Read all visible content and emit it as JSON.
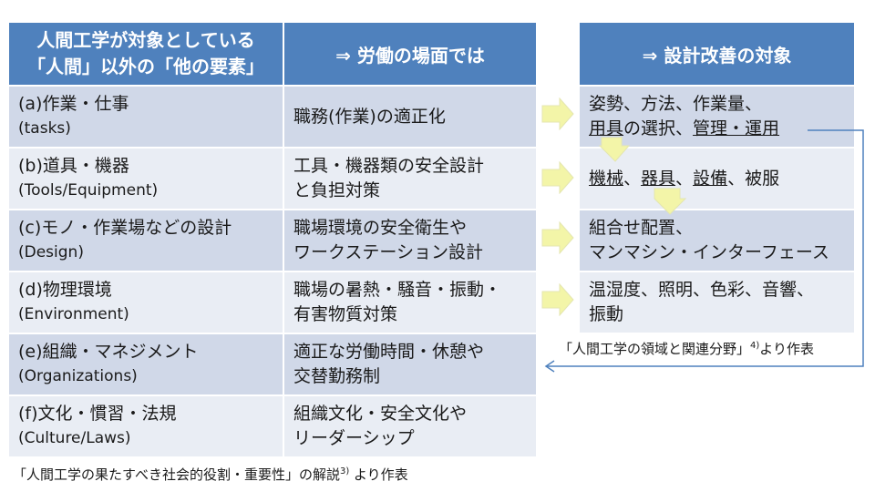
{
  "left_table": {
    "header_col1": [
      "人間工学が対象としている",
      "「人間」以外の「他の要素」"
    ],
    "header_col2": "⇒ 労働の場面では",
    "rows": [
      {
        "element": "(a)作業・仕事",
        "english": "(tasks)",
        "work": [
          "職務(作業)の適正化"
        ]
      },
      {
        "element": "(b)道具・機器",
        "english": "(Tools/Equipment)",
        "work": [
          "工具・機器類の安全設計",
          "と負担対策"
        ]
      },
      {
        "element": "(c)モノ・作業場などの設計",
        "english": "(Design)",
        "work": [
          "職場環境の安全衛生や",
          "ワークステーション設計"
        ]
      },
      {
        "element": "(d)物理環境",
        "english": "(Environment)",
        "work": [
          "職場の暑熱・騒音・振動・",
          "有害物質対策"
        ]
      },
      {
        "element": "(e)組織・マネジメント",
        "english": "(Organizations)",
        "work": [
          "適正な労働時間・休憩や",
          "交替勤務制"
        ]
      },
      {
        "element": "(f)文化・慣習・法規",
        "english": "(Culture/Laws)",
        "work": [
          "組織文化・安全文化や",
          "リーダーシップ"
        ]
      }
    ],
    "source": "「人間工学の果たすべき社会的役割・重要性」の解説",
    "source_ref": "3)",
    "source_suffix": " より作表"
  },
  "right_table": {
    "header": "⇒ 設計改善の対象",
    "rows": [
      {
        "line1": "姿勢、方法、作業量、",
        "line2_parts": [
          "用具",
          "の選択、",
          "管理・運用"
        ]
      },
      {
        "line1_parts": [
          "機械",
          "、",
          "器具",
          "、",
          "設備",
          "、被服"
        ]
      },
      {
        "line1": "組合せ配置、",
        "line2": "マンマシン・インターフェース"
      },
      {
        "line1": "温湿度、照明、色彩、音響、",
        "line2": "振動"
      }
    ],
    "source": "「人間工学の領域と関連分野」",
    "source_ref": "4)",
    "source_suffix": "より作表"
  },
  "colors": {
    "header_bg": "#4f81bd",
    "row_dark": "#d0d8e8",
    "row_light": "#e9edf4",
    "arrow_fill": "#f3f5a8",
    "connector_line": "#4f81bd"
  },
  "icons": [
    "right-arrow-icon",
    "down-arrow-icon",
    "elbow-connector-arrow-icon"
  ]
}
